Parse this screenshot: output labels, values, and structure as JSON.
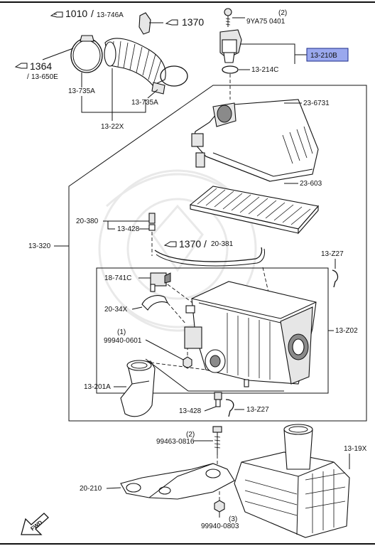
{
  "diagram": {
    "callouts": {
      "ref_1010": "1010",
      "ref_13746a": "13-746A",
      "ref_1370_top": "1370",
      "ref_1364": "1364",
      "ref_13650e": "13-650E",
      "ref_1370_mid": "1370",
      "ref_20381": "20-381"
    },
    "labels": {
      "screw_qty": "(2)",
      "screw_part": "9YA75 0401",
      "maf_sensor": "13-210B",
      "o_ring": "13-214C",
      "clamp_left": "13-735A",
      "clamp_right": "13-735A",
      "intake_hose": "13-22X",
      "cover": "23-6731",
      "filter": "23-603",
      "bracket_20380": "20-380",
      "hose_13428_top": "13-428",
      "assembly": "13-320",
      "clip_top": "13-Z27",
      "valve": "18-741C",
      "hose_2034x": "20-34X",
      "bolt_qty": "(1)",
      "bolt_part": "99940-0601",
      "case": "13-Z02",
      "duct": "13-201A",
      "hose_13428_bottom": "13-428",
      "clip_bottom": "13-Z27",
      "bolt2_qty": "(2)",
      "bolt2_part": "99463-0816",
      "resonator": "13-19X",
      "bracket_20210": "20-210",
      "nut_qty": "(3)",
      "nut_part": "99940-0803",
      "fwd": "FWD"
    }
  },
  "colors": {
    "line": "#111111",
    "highlight_fill": "#9aa8ee",
    "highlight_border": "#1a2a8a",
    "watermark": "#e9e9e9"
  }
}
